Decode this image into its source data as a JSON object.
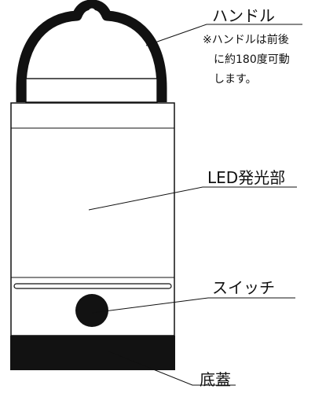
{
  "labels": {
    "handle": "ハンドル",
    "handle_note_line1": "※ハンドルは前後",
    "handle_note_line2": "に約180度可動",
    "handle_note_line3": "します。",
    "led": "LED発光部",
    "switch": "スイッチ",
    "bottom_cover": "底蓋"
  },
  "colors": {
    "ink": "#111111",
    "body_fill": "#ffffff",
    "base_fill": "#121212"
  }
}
